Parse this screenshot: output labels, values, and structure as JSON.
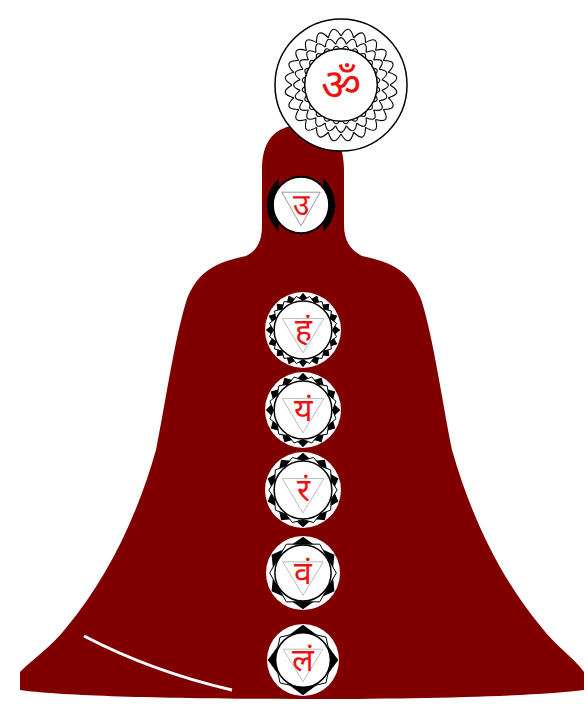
{
  "diagram": {
    "nodes": [
      {
        "text": [
          "ॐ"
        ]
      },
      {
        "text": [
          "उ"
        ]
      },
      {
        "text": [
          "हं"
        ]
      },
      {
        "text": [
          "यं"
        ]
      },
      {
        "text": [
          "रं"
        ]
      },
      {
        "text": [
          "वं"
        ]
      },
      {
        "text": [
          "लं"
        ]
      }
    ]
  }
}
